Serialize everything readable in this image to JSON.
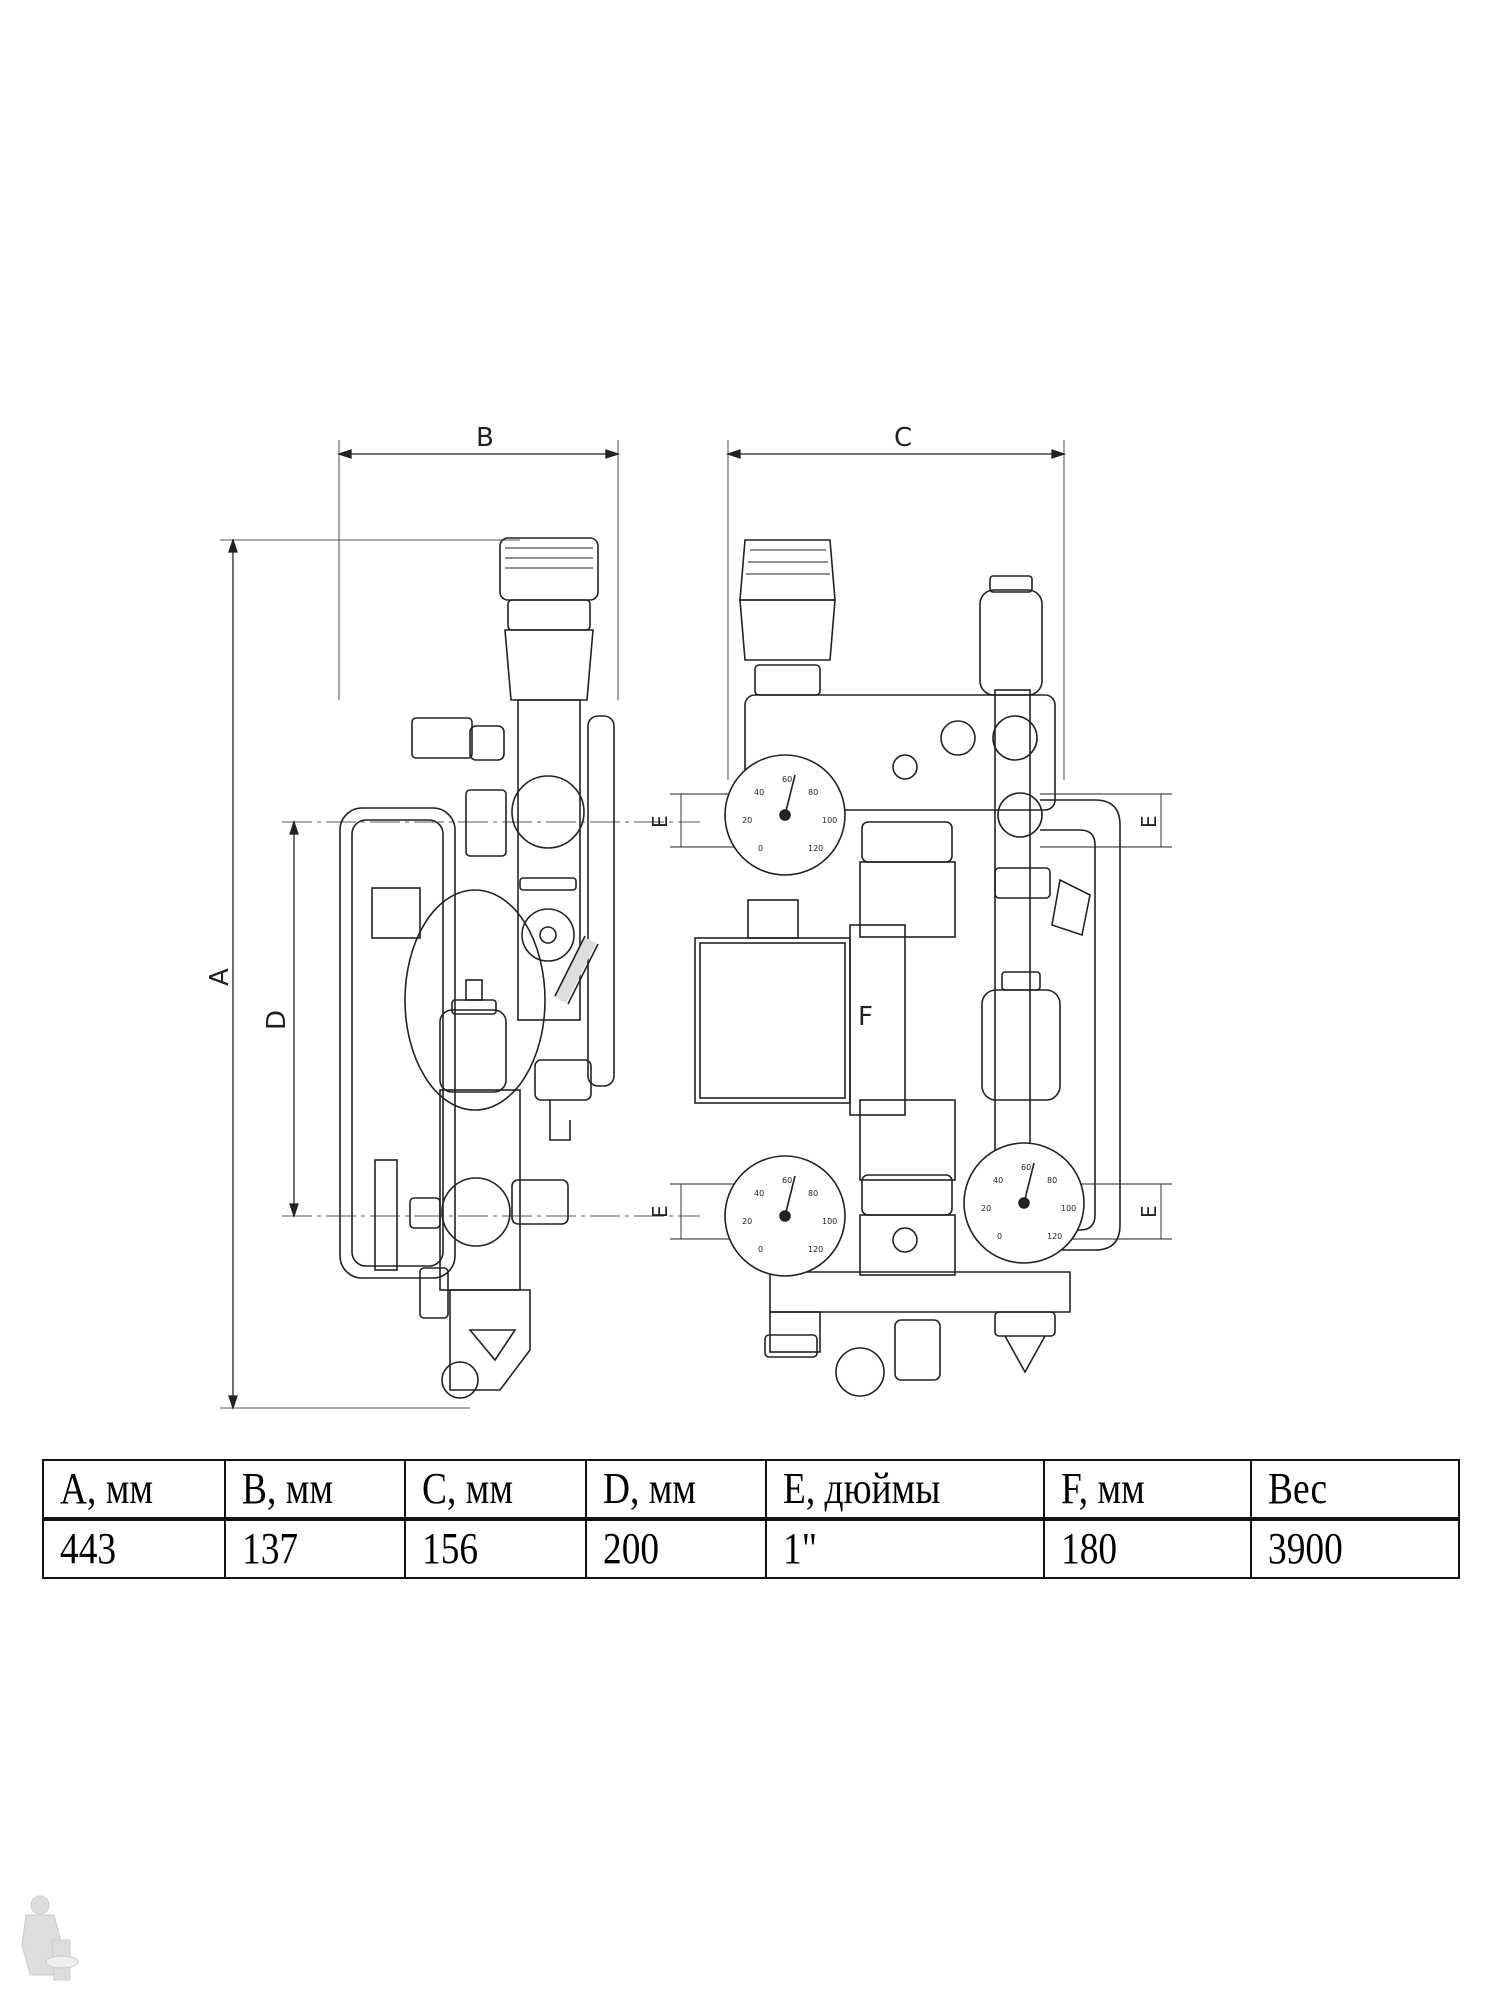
{
  "drawing": {
    "dimension_labels": {
      "A": "A",
      "B": "B",
      "C": "C",
      "D": "D",
      "E": "E",
      "F": "F"
    },
    "gauge_scale": [
      "0",
      "20",
      "40",
      "60",
      "80",
      "100",
      "120"
    ]
  },
  "table": {
    "headers": [
      "A, мм",
      "B, мм",
      "C, мм",
      "D, мм",
      "E, дюймы",
      "F, мм",
      "Вес"
    ],
    "values": [
      "443",
      "137",
      "156",
      "200",
      "1\"",
      "180",
      "3900"
    ]
  }
}
